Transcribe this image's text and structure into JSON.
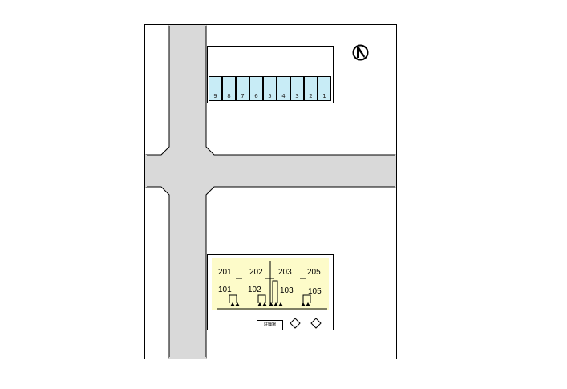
{
  "map": {
    "parking_spaces": [
      "9",
      "8",
      "7",
      "6",
      "5",
      "4",
      "3",
      "2",
      "1"
    ],
    "units": {
      "u201": "201",
      "u202": "202",
      "u203": "203",
      "u205": "205",
      "u101": "101",
      "u102": "102",
      "u103": "103",
      "u105": "105"
    },
    "entrance_sign": "駐輪場",
    "colors": {
      "road": "#d9d9d9",
      "parking": "#c8ecf6",
      "building": "#fdfbc9"
    }
  }
}
